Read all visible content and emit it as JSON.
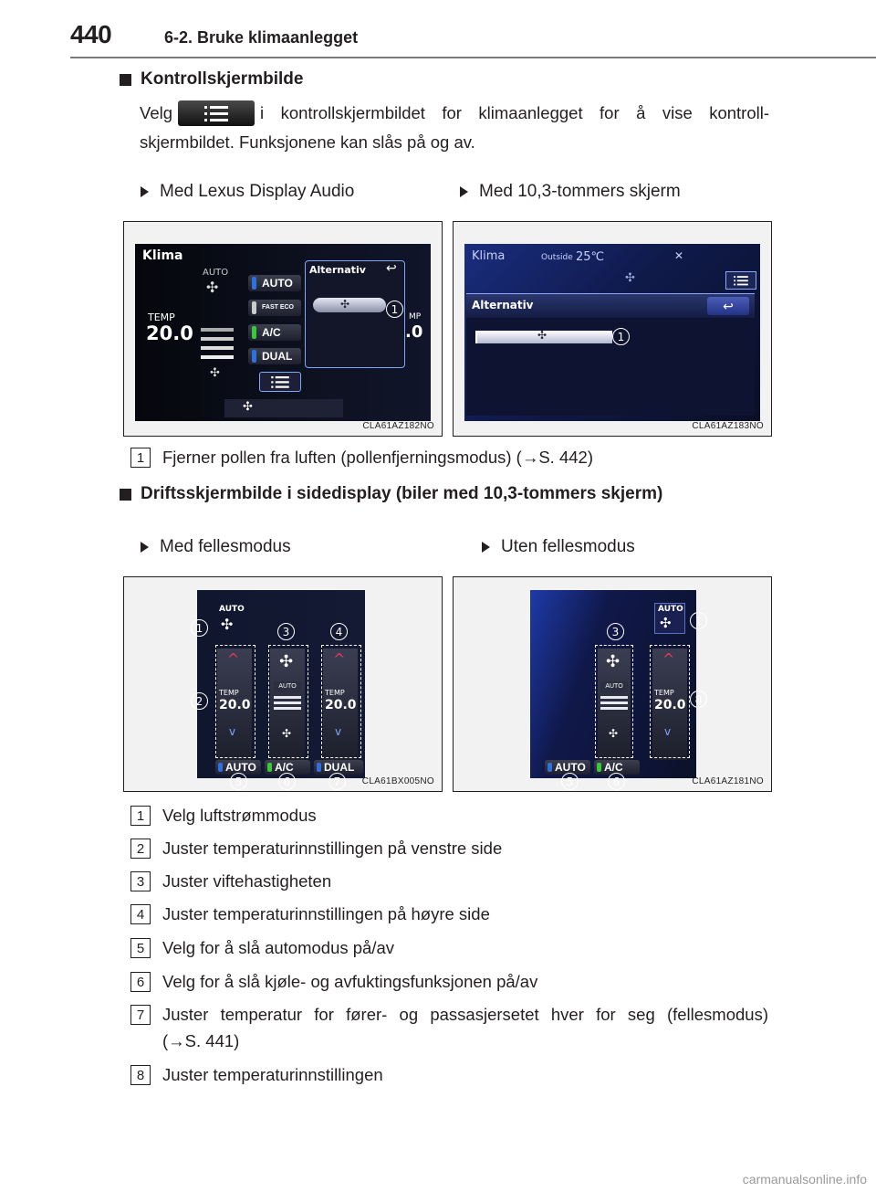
{
  "header": {
    "page_number": "440",
    "chapter_title": "6-2. Bruke klimaanlegget"
  },
  "section1": {
    "title": "Kontrollskjermbilde",
    "para_line1_start": "Velg",
    "para_line1_end": "i kontrollskjermbildet for klimaanlegget for å vise kontroll-",
    "para_line2": "skjermbildet. Funksjonene kan slås på og av.",
    "button_icon": "list-menu-icon",
    "label_left": "Med Lexus Display Audio",
    "label_right": "Med 10,3-tommers skjerm",
    "figure_left": {
      "code": "CLA61AZ182NO",
      "screen_title": "Klima",
      "auto_label": "AUTO",
      "temp_label": "TEMP",
      "temp_value": "20.0",
      "buttons": [
        "AUTO",
        "FAST ECO",
        "A/C",
        "DUAL"
      ],
      "popup_title": "Alternativ",
      "partial_right_label": "MP",
      "partial_right_value": ".0",
      "callout": "1"
    },
    "figure_right": {
      "code": "CLA61AZ183NO",
      "screen_title": "Klima",
      "outside_label": "Outside",
      "outside_temp": "25℃",
      "popup_title": "Alternativ",
      "callout": "1"
    },
    "notes": [
      {
        "num": "1",
        "text": "Fjerner pollen fra luften (pollenfjerningsmodus) (→S. 442)"
      }
    ]
  },
  "section2": {
    "title": "Driftsskjermbilde i sidedisplay (biler med 10,3-tommers skjerm)",
    "label_left": "Med fellesmodus",
    "label_right": "Uten fellesmodus",
    "figure_left": {
      "code": "CLA61BX005NO",
      "auto_label": "AUTO",
      "temp_label": "TEMP",
      "temp_value": "20.0",
      "fan_auto": "AUTO",
      "buttons": [
        "AUTO",
        "A/C",
        "DUAL"
      ],
      "callouts": [
        "1",
        "2",
        "3",
        "4",
        "5",
        "6",
        "7"
      ]
    },
    "figure_right": {
      "code": "CLA61AZ181NO",
      "auto_label": "AUTO",
      "temp_label": "TEMP",
      "temp_value": "20.0",
      "fan_auto": "AUTO",
      "buttons": [
        "AUTO",
        "A/C"
      ],
      "callouts": [
        "1",
        "3",
        "8",
        "5",
        "6"
      ]
    },
    "items": [
      {
        "num": "1",
        "text": "Velg luftstrømmodus"
      },
      {
        "num": "2",
        "text": "Juster temperaturinnstillingen på venstre side"
      },
      {
        "num": "3",
        "text": "Juster viftehastigheten"
      },
      {
        "num": "4",
        "text": "Juster temperaturinnstillingen på høyre side"
      },
      {
        "num": "5",
        "text": "Velg for å slå automodus på/av"
      },
      {
        "num": "6",
        "text": "Velg for å slå kjøle- og avfuktingsfunksjonen på/av"
      },
      {
        "num": "7",
        "text": "Juster temperatur for fører- og passasjersetet hver for seg (fellesmodus)",
        "text_line2": "(→S. 441)"
      },
      {
        "num": "8",
        "text": "Juster temperaturinnstillingen"
      }
    ]
  },
  "watermark": "carmanualsonline.info",
  "colors": {
    "text": "#231f20",
    "screen_bg": "#0c0f1c",
    "led_blue": "#2f6fe0",
    "led_green": "#39c83a"
  }
}
